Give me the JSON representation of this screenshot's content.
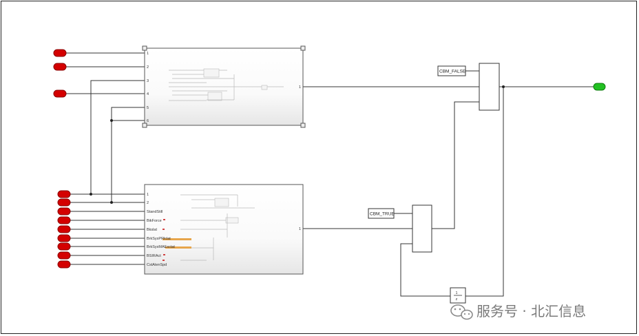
{
  "subsystem_top": {
    "port_labels": [
      "1",
      "2",
      "3",
      "4",
      "5",
      "6"
    ],
    "output_label": "1"
  },
  "subsystem_bottom": {
    "port_labels": [
      "1",
      "2",
      "StandStill",
      "BikForce",
      "Bkslat",
      "BrkSysPRlclat",
      "BrkSysMAEsctat",
      "BSIRAct",
      "CstAtenSpd"
    ],
    "output_label": "1"
  },
  "constants": {
    "false_label": "CBM_FALSE",
    "true_label": "CBM_TRUE"
  },
  "watermark": {
    "text": "服务号 · 北汇信息",
    "icon": "wechat-icon"
  },
  "colors": {
    "inport": "#d40000",
    "outport": "#22c022"
  }
}
